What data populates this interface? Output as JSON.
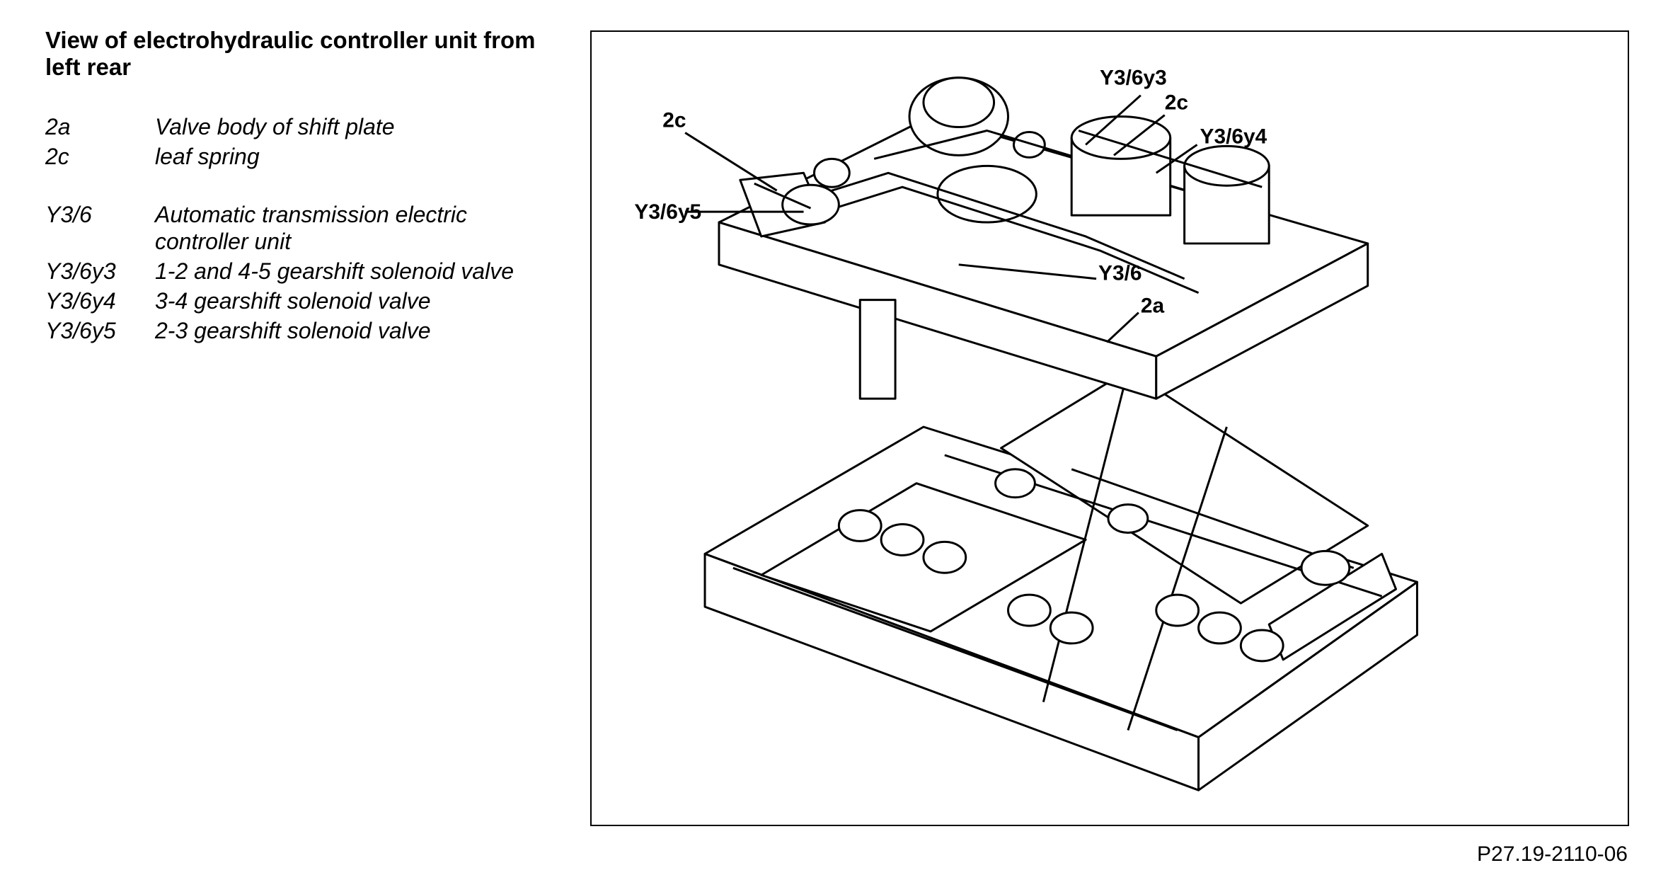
{
  "title": "View of electrohydraulic controller unit from left rear",
  "legend": [
    {
      "code": "2a",
      "desc": "Valve body of shift plate"
    },
    {
      "code": "2c",
      "desc": "leaf spring"
    },
    {
      "code": "Y3/6",
      "desc": "Automatic transmission electric controller unit"
    },
    {
      "code": "Y3/6y3",
      "desc": "1-2 and 4-5 gearshift solenoid valve"
    },
    {
      "code": "Y3/6y4",
      "desc": "3-4 gearshift solenoid valve"
    },
    {
      "code": "Y3/6y5",
      "desc": "2-3 gearshift solenoid valve"
    }
  ],
  "callouts": {
    "c2c_left": "2c",
    "y36y5": "Y3/6y5",
    "y36y3": "Y3/6y3",
    "c2c_right": "2c",
    "y36y4": "Y3/6y4",
    "y36": "Y3/6",
    "c2a": "2a"
  },
  "reference_code": "P27.19-2110-06"
}
